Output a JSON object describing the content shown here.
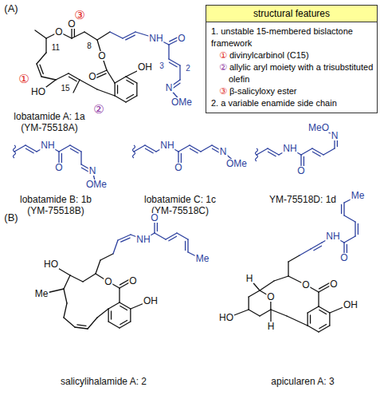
{
  "diagram": {
    "nodes": [
      {
        "text": [
          "1. unstable 15-membered bislactone framework",
          "① divinylcarbinol (C15)",
          "② allylic aryl moiety with a trisubstituted olefin",
          "③ β-salicyloxy ester",
          "2. a variable enamide side chain"
        ]
      },
      {
        "text": [
          "structural features"
        ],
        "in": 0
      }
    ],
    "labels": [
      "(A)",
      "③",
      "O",
      "O",
      "11",
      "8",
      "O",
      "O",
      "OH",
      "NH",
      "O",
      "3",
      "2",
      "N",
      "OMe",
      "①",
      "HO",
      "15",
      "②",
      "lobatamide A: 1a",
      "(YM-75518A)",
      "NH",
      "O",
      "N",
      "OMe",
      "lobatamide B: 1b",
      "(YM-75518B)",
      "NH",
      "O",
      "N",
      "OMe",
      "lobatamide C: 1c",
      "(YM-75518C)",
      "NH",
      "O",
      "N",
      "MeO",
      "YM-75518D: 1d",
      "(B)",
      "OH",
      "O",
      "O",
      "HO",
      "Me",
      "NH",
      "O",
      "Me",
      "salicylihalamide A: 2",
      "OH",
      "O",
      "O",
      "O",
      "H",
      "H",
      "HO",
      "NH",
      "O",
      "Me",
      "apicularen A: 3"
    ]
  }
}
